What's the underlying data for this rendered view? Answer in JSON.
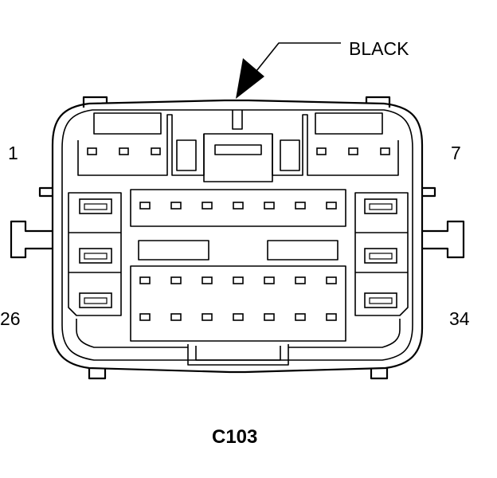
{
  "connector": {
    "color_label": "BLACK",
    "name": "C103",
    "pin_labels": {
      "top_left": "1",
      "top_right": "7",
      "bottom_left": "26",
      "bottom_right": "34"
    }
  },
  "colors": {
    "line": "#000000",
    "background": "#ffffff"
  }
}
